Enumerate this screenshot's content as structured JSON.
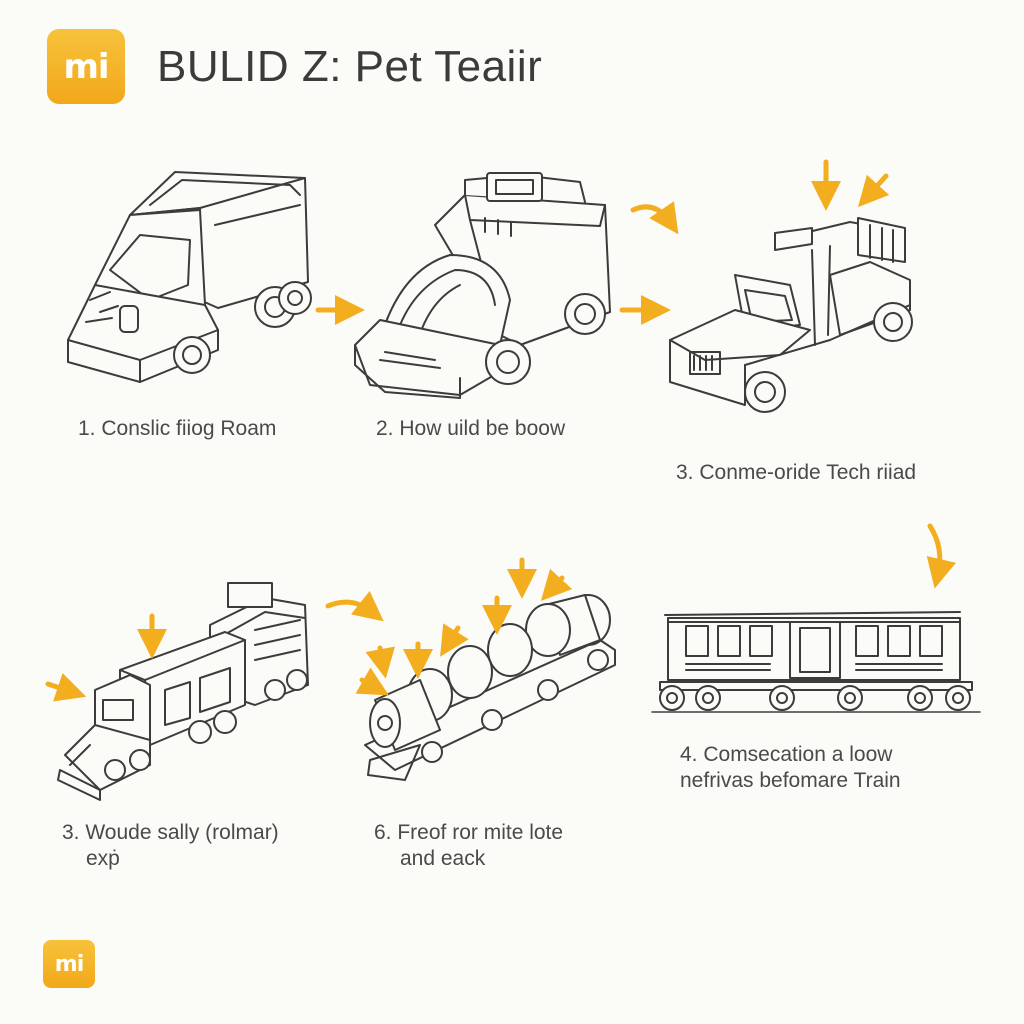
{
  "brand": {
    "logo_text": "mi",
    "accent_color": "#f3ae1f"
  },
  "header": {
    "title": "BULID Z: Pet Teaiir"
  },
  "steps": [
    {
      "label": "1. Conslic fiiog Roam"
    },
    {
      "label": "2. How uild be boow"
    },
    {
      "label": "3. Conme-oride Tech riiad"
    },
    {
      "label_line1": "3. Woude sally (rolmar)",
      "label_line2": "exṗ"
    },
    {
      "label_line1": "6. Freof ror mite lote",
      "label_line2": "and eack"
    },
    {
      "label_line1": "4. Comsecation a loow",
      "label_line2": "nefrivas befomare Train"
    }
  ],
  "icons": [
    "arrow-icon",
    "truck-icon",
    "pod-car-icon",
    "jeep-icon",
    "locomotive-icon",
    "barrel-train-icon",
    "passenger-car-icon"
  ]
}
